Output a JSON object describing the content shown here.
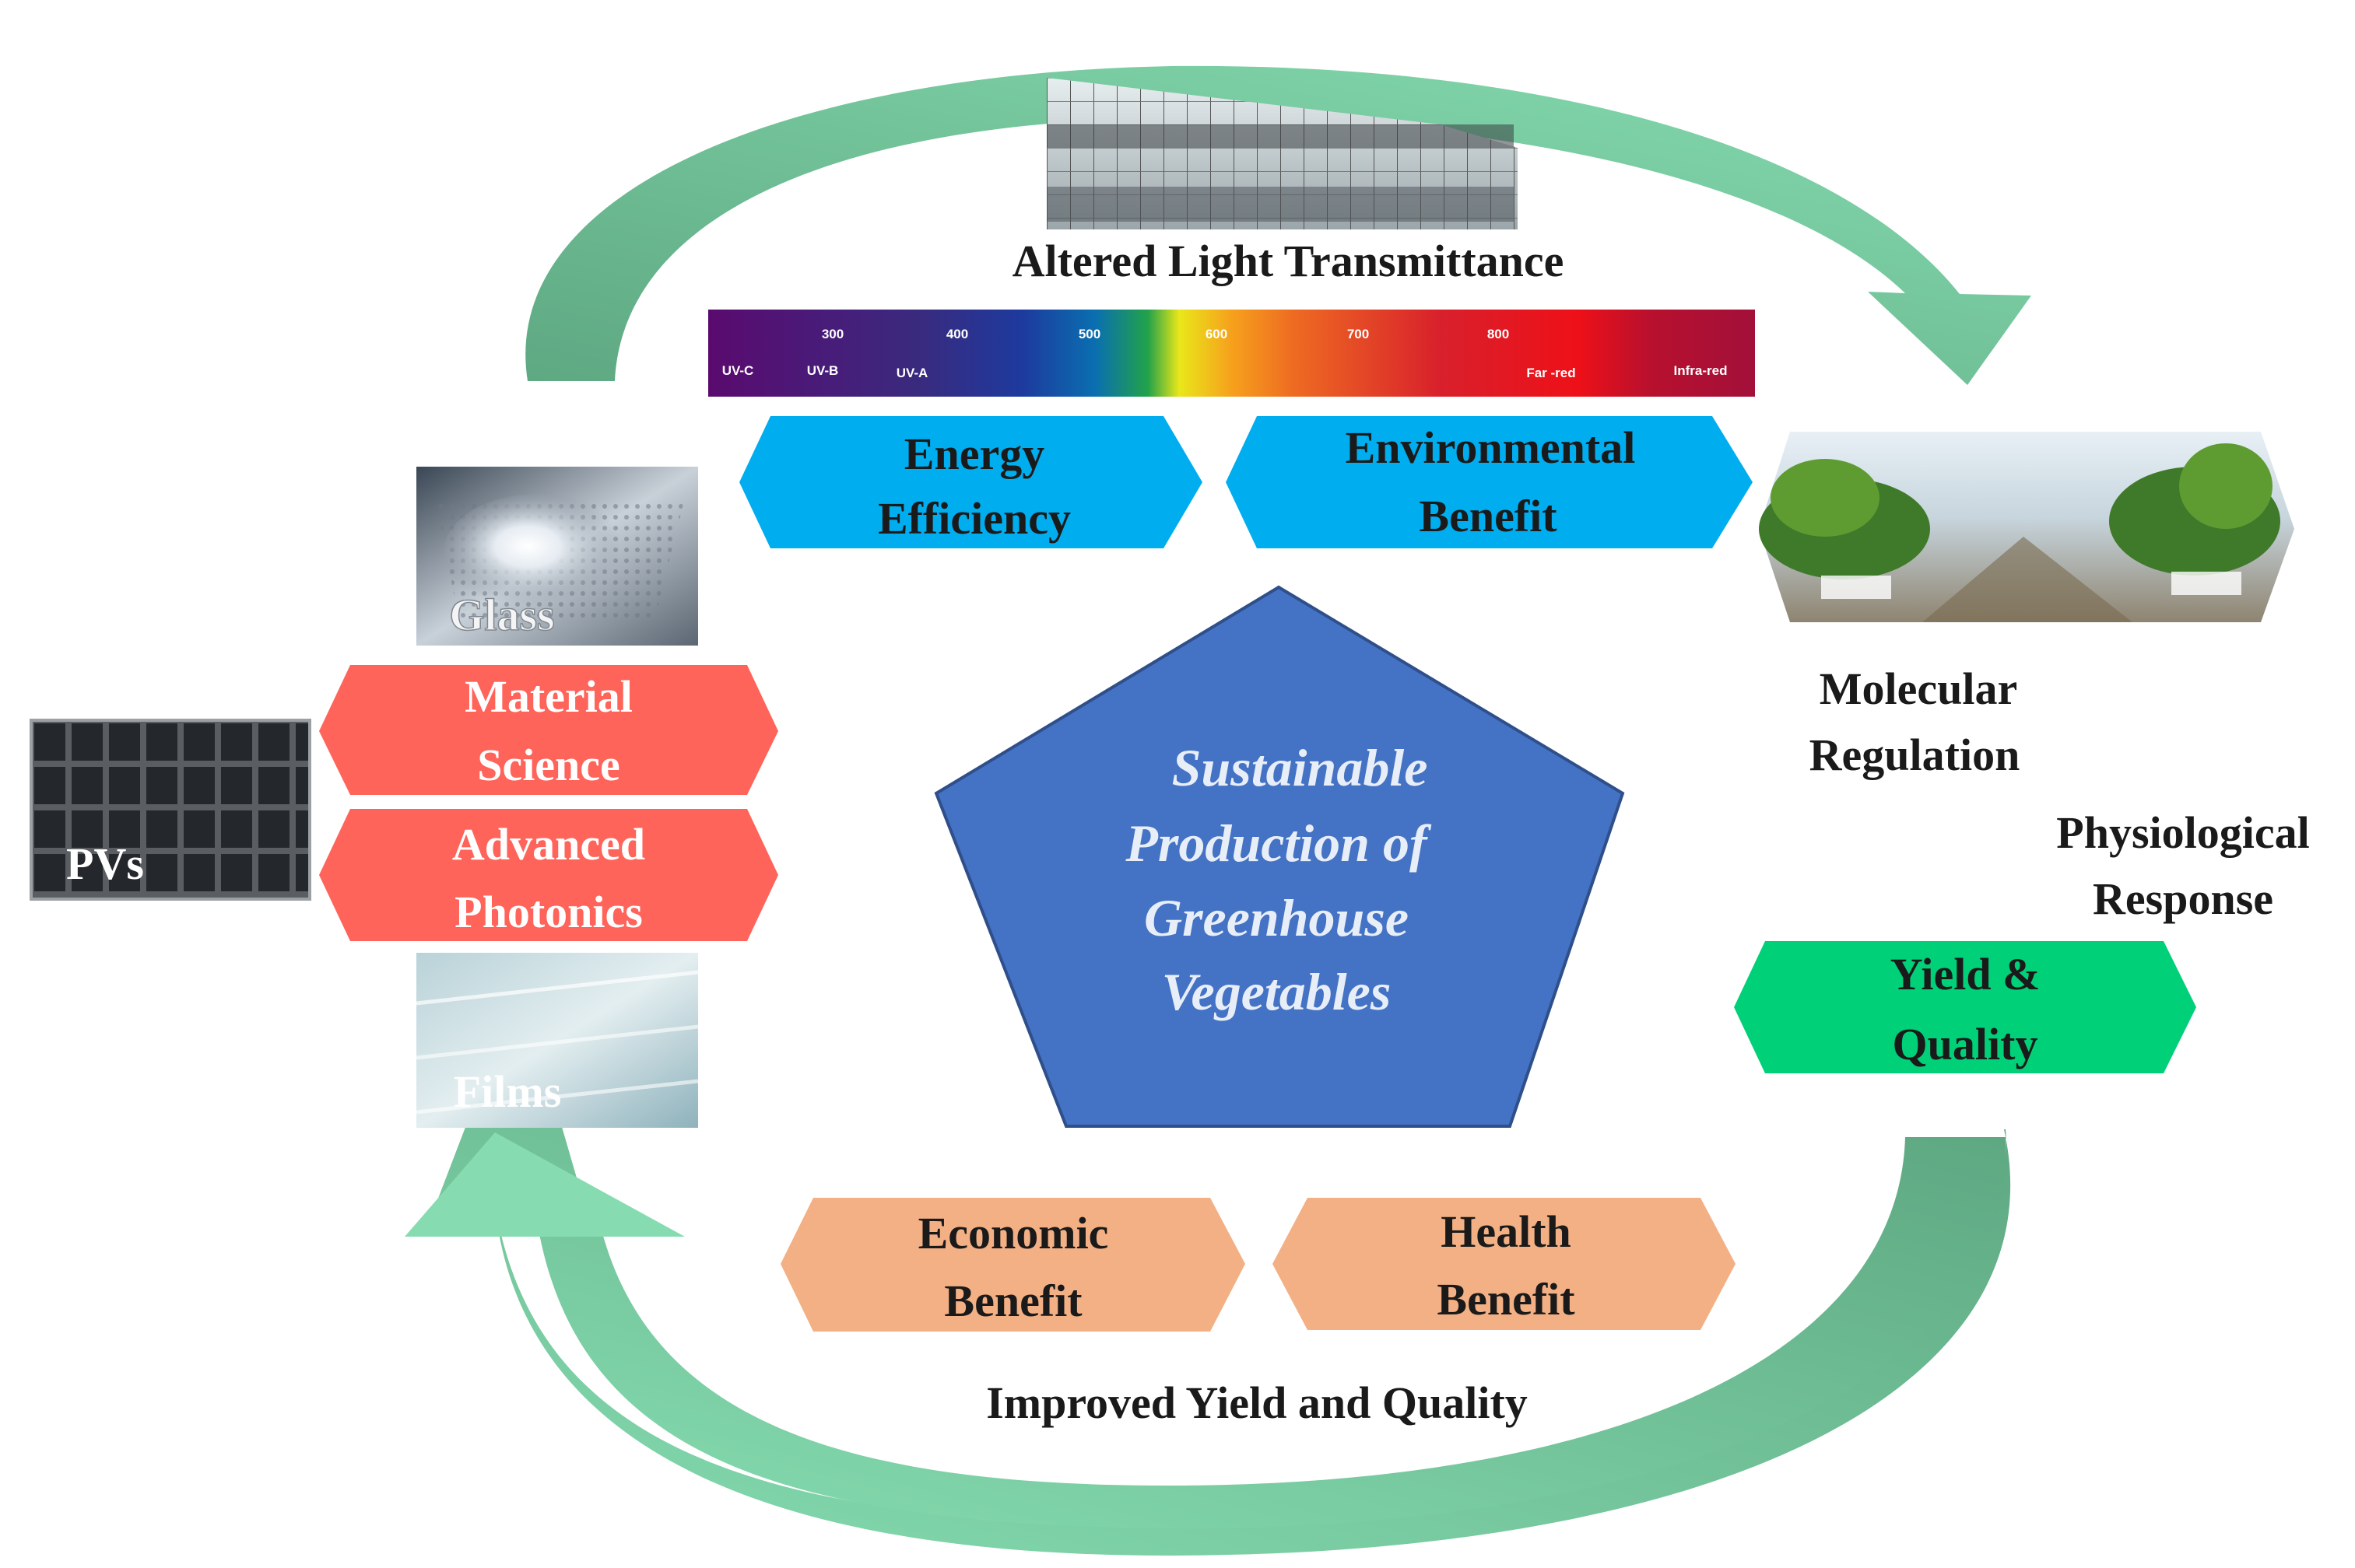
{
  "diagram": {
    "top_caption": "Altered Light Transmittance",
    "bottom_caption": "Improved Yield and Quality",
    "center": {
      "lines": [
        "Sustainable",
        "Production of",
        "Greenhouse",
        "Vegetables"
      ]
    },
    "spectrum": {
      "nm_ticks": [
        "300",
        "400",
        "500",
        "600",
        "700",
        "800"
      ],
      "bands": [
        "UV-C",
        "UV-B",
        "UV-A",
        "Far -red",
        "Infra-red"
      ]
    },
    "tags": {
      "energy_efficiency": [
        "Energy",
        "Efficiency"
      ],
      "environmental_benefit": [
        "Environmental",
        "Benefit"
      ],
      "material_science": [
        "Material",
        "Science"
      ],
      "advanced_photonics": [
        "Advanced",
        "Photonics"
      ],
      "yield_quality": [
        "Yield &",
        "Quality"
      ],
      "economic_benefit": [
        "Economic",
        "Benefit"
      ],
      "health_benefit": [
        "Health",
        "Benefit"
      ]
    },
    "photo_labels": {
      "glass": "Glass",
      "pvs": "PVs",
      "films": "Films"
    },
    "right_labels": {
      "molecular": [
        "Molecular",
        "Regulation"
      ],
      "physiological": [
        "Physiological",
        "Response"
      ]
    },
    "colors": {
      "arrow_light": "#7fd6aa",
      "arrow_dark": "#5ea882",
      "blue_tag": "#00adef",
      "red_tag": "#ff645a",
      "green_tag": "#00d078",
      "orange_tag": "#f3b084",
      "pentagon": "#4472c4"
    }
  }
}
